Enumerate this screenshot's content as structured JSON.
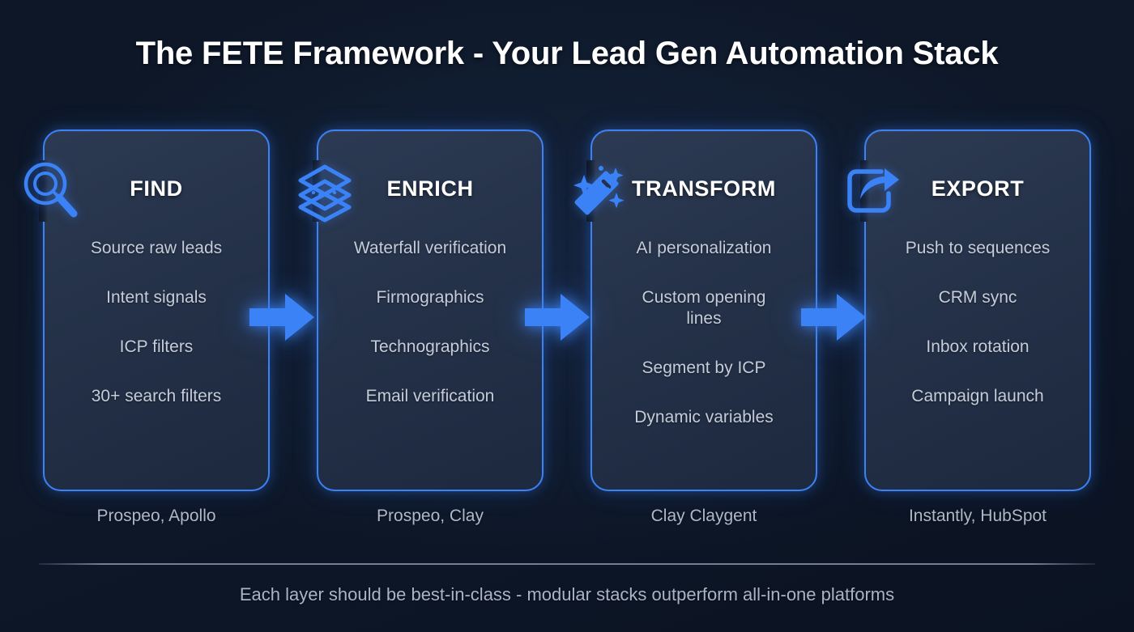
{
  "page": {
    "title": "The FETE Framework - Your Lead Gen Automation Stack",
    "background_color": "#0e1829",
    "accent_color": "#3b82f6",
    "card_fill_color": "#2a3750",
    "footnote": "Each layer should be best-in-class - modular stacks outperform all-in-one platforms"
  },
  "stages": [
    {
      "id": "find",
      "icon": "magnifying-glass-icon",
      "title": "FIND",
      "items": [
        "Source raw leads",
        "Intent signals",
        "ICP filters",
        "30+ search filters"
      ],
      "caption": "Prospeo, Apollo"
    },
    {
      "id": "enrich",
      "icon": "layers-stack-icon",
      "title": "ENRICH",
      "items": [
        "Waterfall verification",
        "Firmographics",
        "Technographics",
        "Email verification"
      ],
      "caption": "Prospeo, Clay"
    },
    {
      "id": "transform",
      "icon": "magic-wand-icon",
      "title": "TRANSFORM",
      "items": [
        "AI personalization",
        "Custom opening lines",
        "Segment by ICP",
        "Dynamic variables"
      ],
      "caption": "Clay Claygent"
    },
    {
      "id": "export",
      "icon": "share-export-icon",
      "title": "EXPORT",
      "items": [
        "Push to sequences",
        "CRM sync",
        "Inbox rotation",
        "Campaign launch"
      ],
      "caption": "Instantly, HubSpot"
    }
  ],
  "connectors": [
    {
      "id": "find-to-enrich",
      "icon": "arrow-right-icon"
    },
    {
      "id": "enrich-to-transform",
      "icon": "arrow-right-icon"
    },
    {
      "id": "transform-to-export",
      "icon": "arrow-right-icon"
    }
  ]
}
